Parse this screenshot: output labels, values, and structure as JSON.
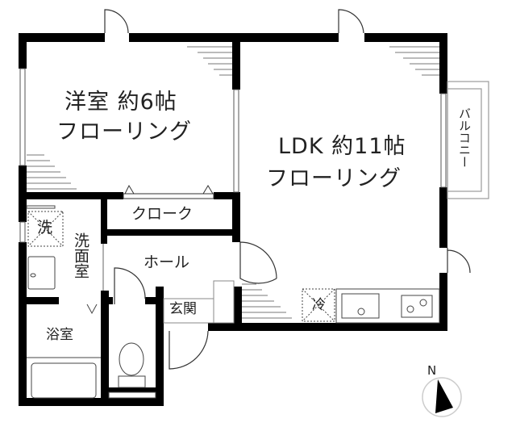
{
  "plan": {
    "rooms": [
      {
        "id": "western-room",
        "name": "洋室",
        "size": "約6帖",
        "floor": "フローリング"
      },
      {
        "id": "ldk",
        "name": "LDK",
        "size": "約11帖",
        "floor": "フローリング"
      }
    ],
    "labels": {
      "closet": "クローク",
      "hall": "ホール",
      "washroom": "洗面室",
      "washer": "洗",
      "bath": "浴室",
      "entrance": "玄関",
      "fridge": "冷",
      "balcony": "バルコニー"
    },
    "compass": {
      "label": "N"
    },
    "colors": {
      "wall": "#000000",
      "line": "#333333",
      "balcony_line": "#999999",
      "background": "#ffffff"
    }
  }
}
